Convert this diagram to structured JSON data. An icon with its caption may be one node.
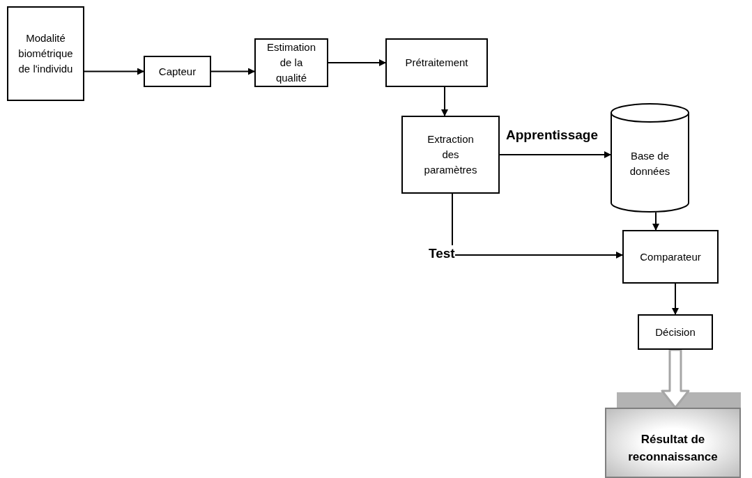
{
  "diagram": {
    "nodes": [
      {
        "text": [
          "Modalité biométrique de l'individu"
        ]
      },
      {
        "text": [
          "Capteur"
        ]
      },
      {
        "text": [
          "Estimation de la qualité"
        ]
      },
      {
        "text": [
          "Prétraitement"
        ]
      },
      {
        "text": [
          "Extraction des paramètres"
        ]
      },
      {
        "text": [
          "Base de données"
        ]
      },
      {
        "text": [
          "Comparateur"
        ]
      },
      {
        "text": [
          "Décision"
        ]
      },
      {
        "text": [
          "Résultat de reconnaissance"
        ]
      }
    ],
    "edges": [
      {
        "from": 0,
        "to": 1,
        "arrow": "to"
      },
      {
        "from": 1,
        "to": 2,
        "arrow": "to"
      },
      {
        "from": 2,
        "to": 3,
        "arrow": "to"
      },
      {
        "from": 3,
        "to": 4,
        "arrow": "to"
      },
      {
        "from": 4,
        "to": 5,
        "arrow": "to",
        "label": "Apprentissage"
      },
      {
        "from": 4,
        "to": 6,
        "arrow": "to",
        "label": "Test"
      },
      {
        "from": 5,
        "to": 6,
        "arrow": "to"
      },
      {
        "from": 6,
        "to": 7,
        "arrow": "to"
      },
      {
        "from": 7,
        "to": 8,
        "arrow": "to",
        "style": "thick",
        "color": "#a6a6a6"
      }
    ]
  }
}
